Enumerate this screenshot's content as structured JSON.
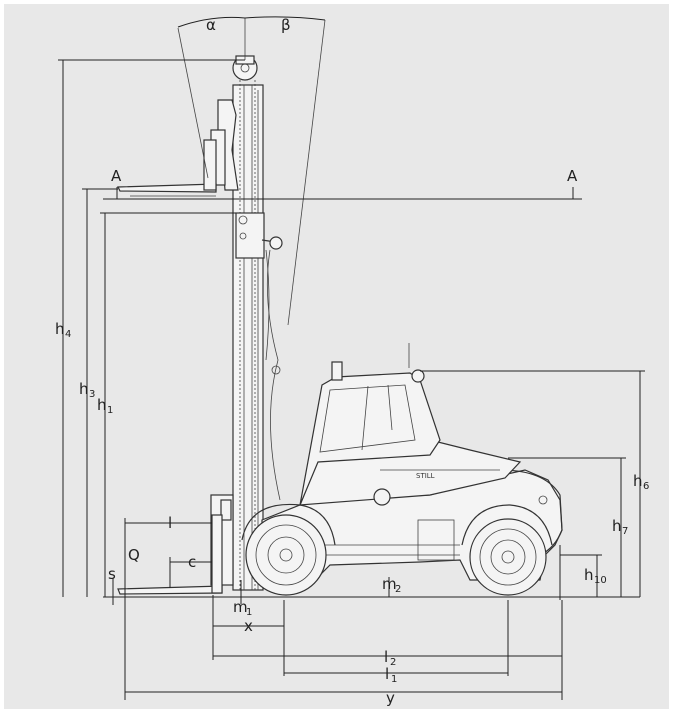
{
  "labels": {
    "alpha": "α",
    "beta": "β",
    "A_left": "A",
    "A_right": "A",
    "h4": "h",
    "h4_sub": "4",
    "h3": "h",
    "h3_sub": "3",
    "h1": "h",
    "h1_sub": "1",
    "h6": "h",
    "h6_sub": "6",
    "h7": "h",
    "h7_sub": "7",
    "h10": "h",
    "h10_sub": "10",
    "l": "l",
    "Q": "Q",
    "c": "c",
    "s": "s",
    "m1": "m",
    "m1_sub": "1",
    "m2": "m",
    "m2_sub": "2",
    "x": "x",
    "l2": "l",
    "l2_sub": "2",
    "l1": "l",
    "l1_sub": "1",
    "y": "y",
    "brand": "STILL"
  },
  "colors": {
    "background": "#e8e8e8",
    "line": "#222222"
  }
}
